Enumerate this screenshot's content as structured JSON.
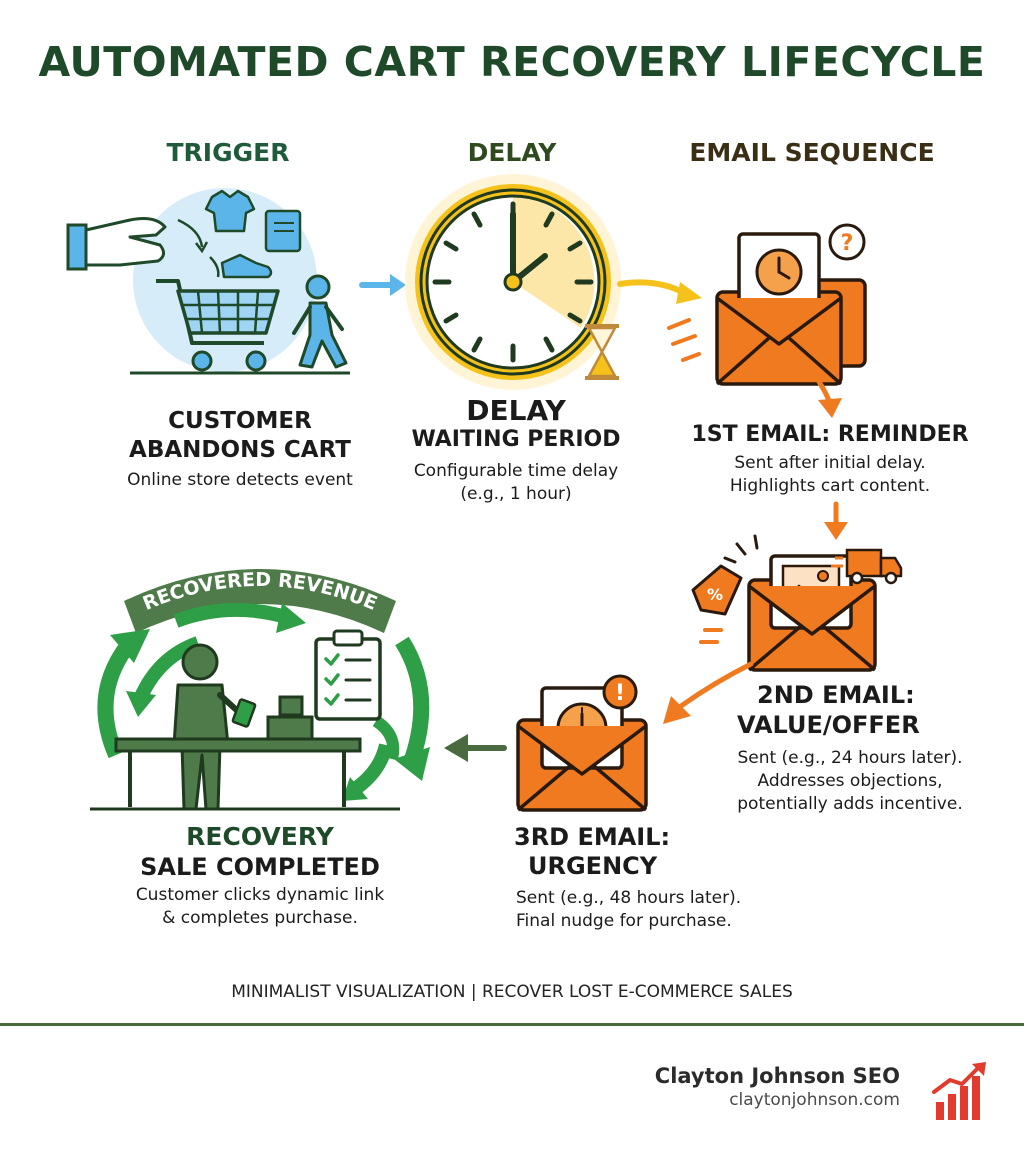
{
  "title": "AUTOMATED CART RECOVERY LIFECYCLE",
  "columns": {
    "trigger": "TRIGGER",
    "delay": "DELAY",
    "email_sequence": "EMAIL SEQUENCE"
  },
  "trigger": {
    "heading_line1": "CUSTOMER",
    "heading_line2": "ABANDONS CART",
    "desc": "Online store detects event"
  },
  "delay": {
    "heading_line1": "DELAY",
    "heading_line2": "WAITING PERIOD",
    "desc_line1": "Configurable time delay",
    "desc_line2": "(e.g., 1 hour)"
  },
  "email1": {
    "heading": "1ST EMAIL: REMINDER",
    "desc_line1": "Sent after initial delay.",
    "desc_line2": "Highlights cart content."
  },
  "email2": {
    "heading_line1": "2ND EMAIL:",
    "heading_line2": "VALUE/OFFER",
    "desc_line1": "Sent (e.g., 24 hours later).",
    "desc_line2": "Addresses objections,",
    "desc_line3": "potentially adds incentive."
  },
  "email3": {
    "heading_line1": "3RD EMAIL:",
    "heading_line2": "URGENCY",
    "desc_line1": "Sent (e.g., 48 hours later).",
    "desc_line2": "Final nudge for purchase."
  },
  "recovery": {
    "banner": "RECOVERED REVENUE",
    "heading_line1": "RECOVERY",
    "heading_line2": "SALE COMPLETED",
    "desc_line1": "Customer clicks dynamic link",
    "desc_line2": "& completes purchase."
  },
  "tagline": "MINIMALIST VISUALIZATION  | RECOVER LOST E-COMMERCE SALES",
  "brand": {
    "name": "Clayton Johnson SEO",
    "url": "claytonjohnson.com"
  },
  "colors": {
    "dark_green": "#1f4a2a",
    "orange": "#f07a1f",
    "yellow": "#f4c21b",
    "light_blue": "#5bb5e8",
    "recovery_green": "#2e9e47",
    "brand_red": "#e23a2c"
  }
}
